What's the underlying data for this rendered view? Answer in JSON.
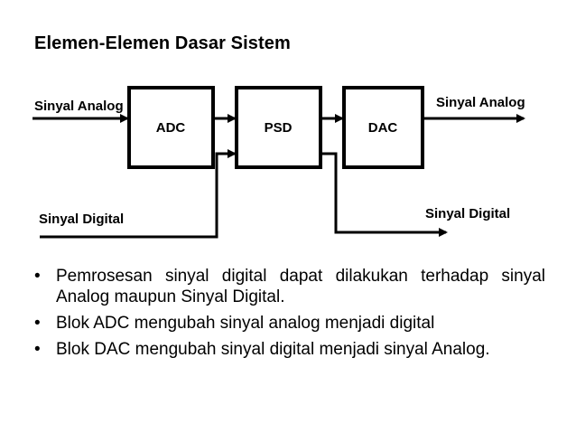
{
  "title": "Elemen-Elemen Dasar Sistem",
  "diagram": {
    "blocks": [
      "ADC",
      "PSD",
      "DAC"
    ],
    "labels": {
      "analog_in": "Sinyal Analog",
      "analog_out": "Sinyal Analog",
      "digital_in": "Sinyal Digital",
      "digital_out": "Sinyal Digital"
    }
  },
  "bullet_symbol": "•",
  "bullets": [
    "Pemrosesan sinyal digital dapat dilakukan terhadap sinyal Analog  maupun Sinyal Digital.",
    "Blok ADC mengubah sinyal analog menjadi digital",
    "Blok DAC mengubah sinyal digital menjadi sinyal Analog."
  ]
}
